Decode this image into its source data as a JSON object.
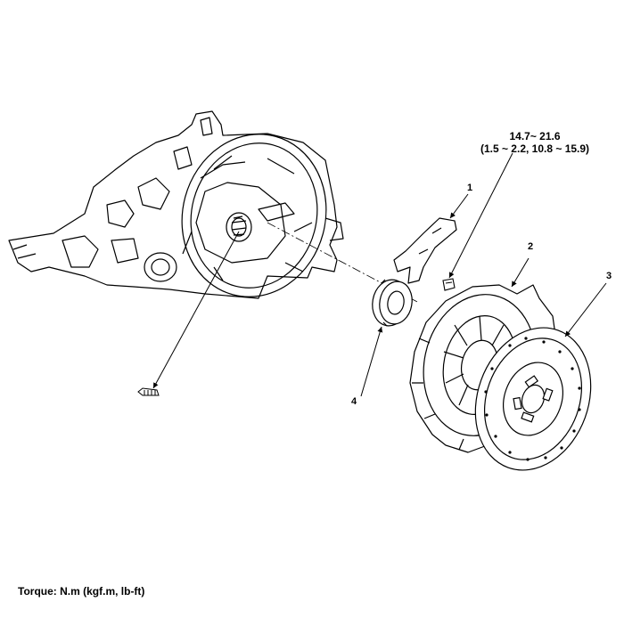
{
  "diagram": {
    "torque_spec": {
      "line1": "14.7~ 21.6",
      "line2": "(1.5 ~ 2.2, 10.8 ~ 15.9)"
    },
    "callouts": [
      {
        "id": "1",
        "label": "1"
      },
      {
        "id": "2",
        "label": "2"
      },
      {
        "id": "3",
        "label": "3"
      },
      {
        "id": "4",
        "label": "4"
      }
    ],
    "footer_note": "Torque: N.m (kgf.m, lb-ft)"
  }
}
